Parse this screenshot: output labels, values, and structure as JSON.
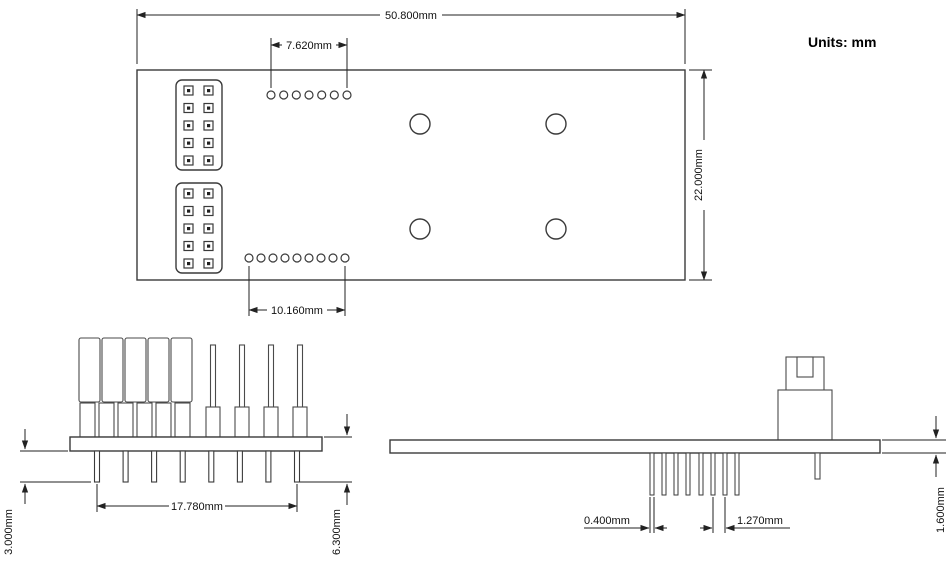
{
  "units_label": "Units: mm",
  "dimensions": {
    "top_view": {
      "board_width": "50.800mm",
      "board_height": "22.000mm",
      "top_hole_row_span": "7.620mm",
      "bottom_hole_row_span": "10.160mm"
    },
    "front_view": {
      "pin_row_span": "17.780mm",
      "pin_length": "3.000mm",
      "overall_height": "6.300mm"
    },
    "side_view": {
      "pin_width": "0.400mm",
      "pin_pitch": "1.270mm",
      "board_thickness": "1.600mm"
    }
  }
}
